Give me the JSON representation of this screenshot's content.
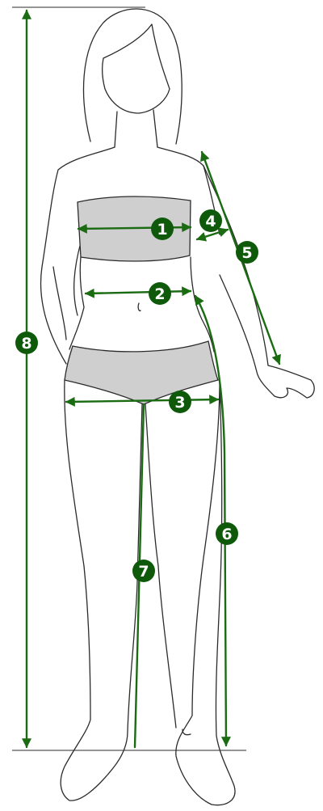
{
  "figure": {
    "accent_color": "#1a6b12",
    "badge_color": "#0f5a0a",
    "garment_fill": "#cfcfcf",
    "measurements": [
      {
        "id": "bust",
        "number": "1"
      },
      {
        "id": "waist",
        "number": "2"
      },
      {
        "id": "hips",
        "number": "3"
      },
      {
        "id": "upper-arm",
        "number": "4"
      },
      {
        "id": "arm-length",
        "number": "5"
      },
      {
        "id": "outseam",
        "number": "6"
      },
      {
        "id": "inseam",
        "number": "7"
      },
      {
        "id": "height",
        "number": "8"
      }
    ]
  }
}
